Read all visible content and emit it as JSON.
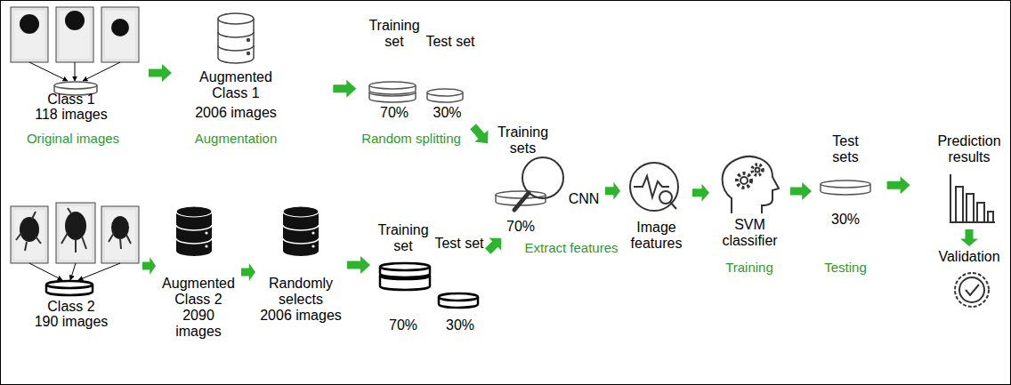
{
  "diagram": {
    "nodes": [
      {
        "text": [
          "Class 1",
          "118 images"
        ]
      },
      {
        "text": [
          "Augmented Class 1",
          "2006 images"
        ]
      },
      {
        "text": [
          "Training set",
          "Test set",
          "70%",
          "30%"
        ]
      },
      {
        "text": [
          "Class 2",
          "190 images"
        ]
      },
      {
        "text": [
          "Augmented Class 2",
          "2090 images"
        ]
      },
      {
        "text": [
          "Randomly selects",
          "2006 images"
        ]
      },
      {
        "text": [
          "Training set",
          "Test set",
          "70%",
          "30%"
        ]
      },
      {
        "text": [
          "Training sets",
          "CNN",
          "70%"
        ]
      },
      {
        "text": [
          "Image features"
        ]
      },
      {
        "text": [
          "SVM classifier"
        ]
      },
      {
        "text": [
          "Test sets",
          "30%"
        ]
      },
      {
        "text": [
          "Prediction results"
        ]
      },
      {
        "text": [
          "Validation"
        ]
      }
    ],
    "edges": [
      {
        "from": 0,
        "to": 1,
        "arrow": "to"
      },
      {
        "from": 1,
        "to": 2,
        "arrow": "to"
      },
      {
        "from": 2,
        "to": 7,
        "arrow": "to"
      },
      {
        "from": 3,
        "to": 4,
        "arrow": "to"
      },
      {
        "from": 4,
        "to": 5,
        "arrow": "to"
      },
      {
        "from": 5,
        "to": 6,
        "arrow": "to"
      },
      {
        "from": 6,
        "to": 7,
        "arrow": "to"
      },
      {
        "from": 7,
        "to": 8,
        "arrow": "to"
      },
      {
        "from": 8,
        "to": 9,
        "arrow": "to"
      },
      {
        "from": 9,
        "to": 10,
        "arrow": "to"
      },
      {
        "from": 10,
        "to": 11,
        "arrow": "to"
      },
      {
        "from": 11,
        "to": 12,
        "arrow": "to"
      }
    ],
    "labels": [
      "Original images",
      "Augmentation",
      "Random splitting",
      "Extract features",
      "Training",
      "Testing"
    ]
  }
}
